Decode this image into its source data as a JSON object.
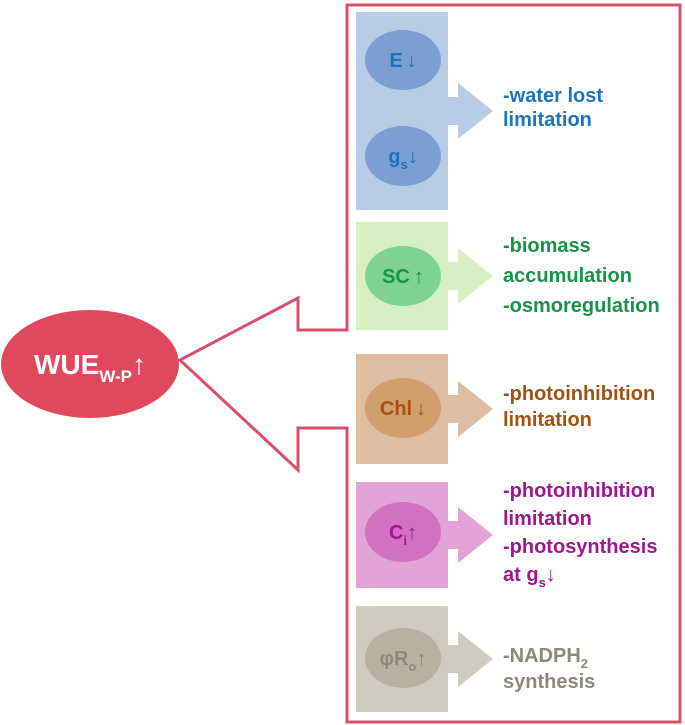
{
  "main": {
    "label": "WUE",
    "sub": "W-P",
    "arrow": "↑",
    "color": "#E0485F"
  },
  "frame_color": "#D9506A",
  "panels": [
    {
      "fill": "#B8CCE6",
      "circle_color": "#7B9FD1",
      "text_color": "#1C74C0",
      "arrow_color": "#B8CCE6",
      "circles": [
        {
          "label": "E",
          "sub": "",
          "arrow": "↓"
        },
        {
          "label": "g",
          "sub": "s",
          "arrow": "↓"
        }
      ],
      "effects": [
        "-water lost",
        "limitation"
      ]
    },
    {
      "fill": "#D6EFC3",
      "circle_color": "#7FD390",
      "text_color": "#179447",
      "arrow_color": "#D6EFC3",
      "circles": [
        {
          "label": "SC",
          "sub": "",
          "arrow": "↑"
        }
      ],
      "effects": [
        "-biomass",
        "accumulation",
        "-osmoregulation"
      ]
    },
    {
      "fill": "#DEBDA3",
      "circle_color": "#D19E6E",
      "text_color": "#A45112",
      "arrow_color": "#DEBDA3",
      "circles": [
        {
          "label": "Chl",
          "sub": "",
          "arrow": "↓"
        }
      ],
      "effects": [
        "-photoinhibition",
        "limitation"
      ]
    },
    {
      "fill": "#E2A4D6",
      "circle_color": "#D271C2",
      "text_color": "#A0178E",
      "arrow_color": "#E2A4D6",
      "circles": [
        {
          "label": "C",
          "sub": "i",
          "arrow": "↑"
        }
      ],
      "effects": [
        "-photoinhibition",
        "limitation",
        "-photosynthesis",
        "at g|s|↓"
      ]
    },
    {
      "fill": "#CFCCBF",
      "circle_color": "#B7B29F",
      "text_color": "#8D8879",
      "arrow_color": "#CFCCBF",
      "circles": [
        {
          "label": "φR",
          "sub": "o",
          "arrow": "↑"
        }
      ],
      "effects": [
        "-NADPH|2|",
        "synthesis"
      ]
    }
  ]
}
